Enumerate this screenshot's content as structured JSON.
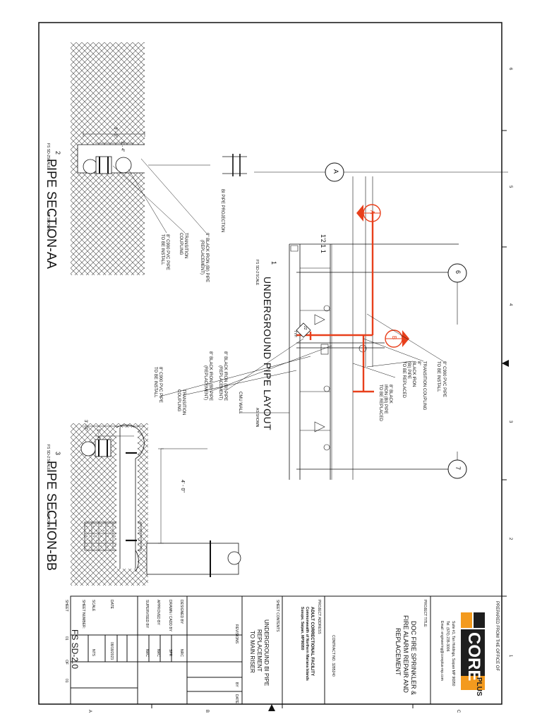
{
  "drawing": {
    "plan": {
      "title": "UNDERGROUND PIPE LAYOUT",
      "number": "1",
      "ref": "FS SD-2",
      "scale_word": "SCALE",
      "scale": "AS SHOWN",
      "grid_a": "A",
      "grid_6": "6",
      "grid_7": "7",
      "section_a": "A",
      "section_b": "B",
      "dim_label": "1'2 1 1",
      "note_typ": "TYP.",
      "note_22": "22",
      "callouts": {
        "c900_a": "8\" C900 PVC PIPE",
        "c900_b": "TO BE INSTALL",
        "coupling": "TRANSITION COUPLING",
        "bi_a": "8\"",
        "bi_b": "BLACK IRON",
        "bi_c": "(BI) PIPE",
        "bi_d": "TO BE REPLACED",
        "bi2_a": "8\" BLACK",
        "bi2_b": "IRON (BI) PIPE",
        "bi2_c": "TO BE REPLACED",
        "cmu": "CMU WALL",
        "repl1_a": "8\" BLACK IRON (BI) PIPE",
        "repl1_b": "(REPLACEMENT)",
        "repl2_a": "8\" BLACK IRON (BI) PIPE",
        "repl2_b": "(REPLACEMENT)",
        "coupling2_a": "TRANSITION",
        "coupling2_b": "COUPLING",
        "c900_2_a": "8\" C900 PVC PIPE",
        "c900_2_b": "TO BE INSTALL"
      }
    },
    "section_aa": {
      "title": "PIPE SECTION-AA",
      "number": "2",
      "ref": "FS SD-2",
      "scale_word": "SCALE",
      "scale": "AS SHOWN",
      "dim_top": "3' - 0\"",
      "dim_mid": "1' - 4\"",
      "projection": "BI PIPE PROJECTION",
      "repl_a": "8\" BLACK IRON (BI) PIPE",
      "repl_b": "(REPLACEMENT)",
      "coupling_a": "TRANSITION",
      "coupling_b": "COUPLING",
      "c900_a": "8\" C900 PVC PIPE",
      "c900_b": "TO BE INSTALL"
    },
    "section_bb": {
      "title": "PIPE SECTION-BB",
      "number": "3",
      "ref": "FS SD-2",
      "scale_word": "SCALE",
      "scale": "AS SHOWN",
      "dim_top": "3' - 0\"",
      "dim_mid": "1' - 4\"",
      "dim_riser": "4' - 0\""
    },
    "border": {
      "top_marks": [
        "6",
        "5",
        "4",
        "3",
        "2",
        "1"
      ],
      "bottom_marks": [
        "C",
        "B",
        "A"
      ]
    }
  },
  "title_block": {
    "prepared_from": "PREPARED FROM THE OFFICE OF",
    "logo_main": "CORE",
    "logo_sub": "PLUS",
    "firm_line1": "Suite #1, Tan Holdings, Saipan MP 96950",
    "firm_line2": "Tel. (670) 235-3006",
    "firm_line3": "Email: engineering@coreplus-mp.com",
    "project_title_label": "PROJECT TITLE:",
    "project_title": [
      "DOC FIRE SPRINKLER &",
      "FIRE ALARM REPAIR AND",
      "REPLACEMENT"
    ],
    "contract": "CONTRACT NO. 3285240",
    "project_address_label": "PROJECT ADDRESS",
    "project_address": [
      "ADULT CORRECTIONAL FACILITY",
      "Commonwealth of Northern Mariana Islands",
      "Susupe,          Saipan,          MP96950"
    ],
    "sheet_contents_label": "SHEET CONTENTS",
    "sheet_contents": [
      "UNDERGROUND BI PIPE",
      "REPLACEMENT",
      "TO MAIN RISER"
    ],
    "revisions_label": "REVISIONS",
    "by_label": "BY",
    "date_label": "DATE",
    "designed_by_label": "DESIGNED BY",
    "designed_by": "NRC",
    "drawn_by_label": "DRAWN / CADD BY",
    "drawn_by": "SPR",
    "approved_by_label": "APPROVED BY",
    "approved_by": "NRC",
    "supervised_by_label": "SUPERVISED BY",
    "supervised_by": "NRC",
    "date_row_label": "DATE",
    "date_row": "08/18/2023",
    "scale_label": "SCALE",
    "scale": "NTS",
    "sheet_number_label": "SHEET NUMBER:",
    "sheet_number": "FS SD-2.0",
    "sheet_word": "SHEET",
    "sheet_index": "01",
    "of_word": "OF",
    "sheet_total": "01"
  },
  "colors": {
    "ink": "#111111",
    "accent_red": "#e8401c",
    "logo_orange": "#f39a1e",
    "logo_dark": "#1e1e1e"
  }
}
